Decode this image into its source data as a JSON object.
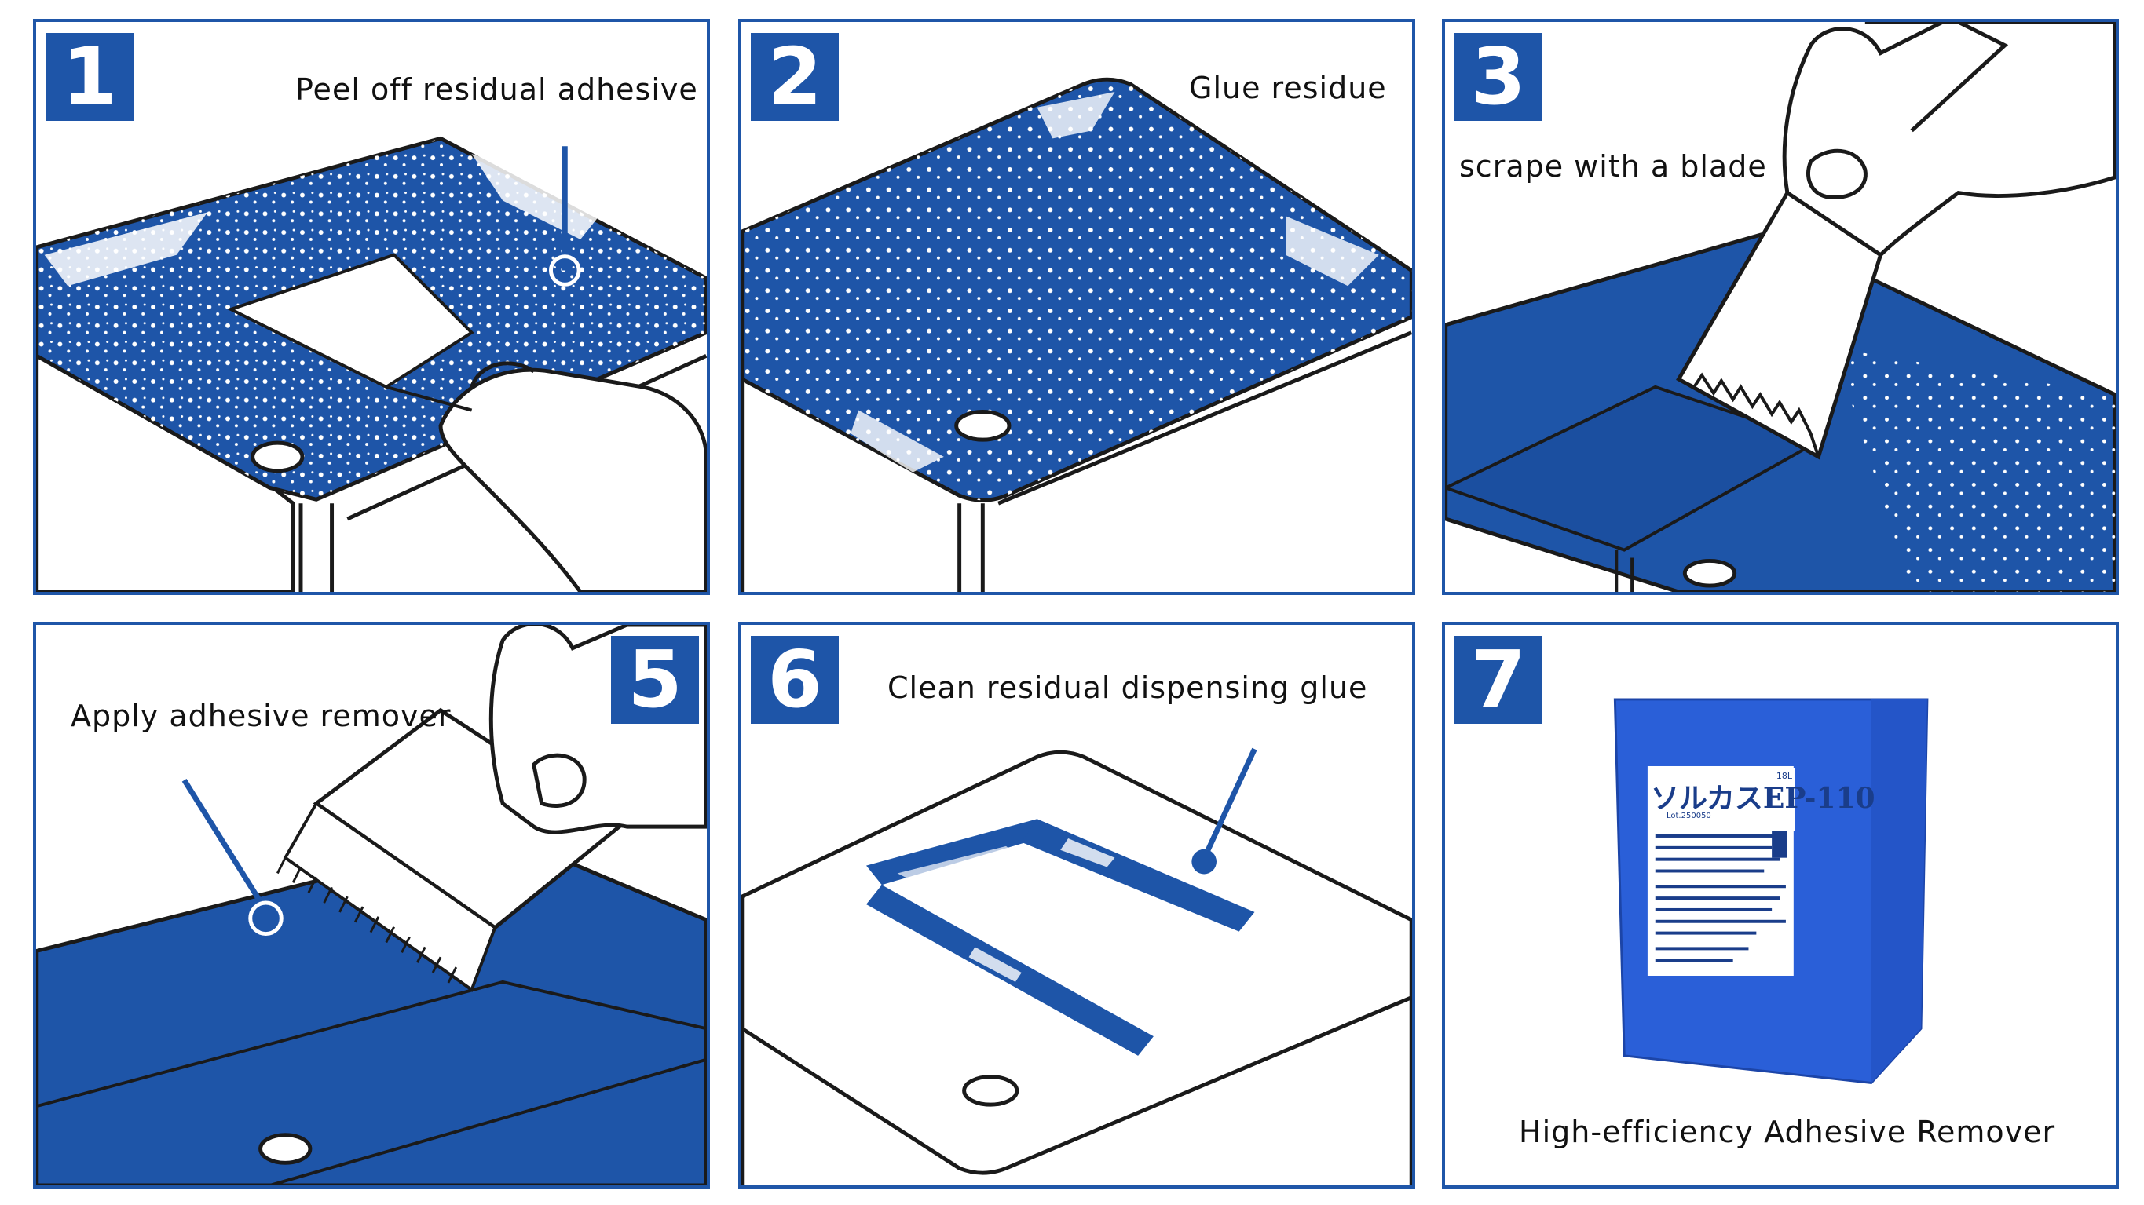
{
  "colors": {
    "brand_blue": "#1e55a8",
    "can_blue": "#2a5fd8",
    "frame": "#1f56a8"
  },
  "panels": [
    {
      "number": "1",
      "caption": "Peel off residual adhesive",
      "art": "peel-hand-icon"
    },
    {
      "number": "2",
      "caption": "Glue residue",
      "art": "glue-surface-icon"
    },
    {
      "number": "3",
      "caption": "scrape with a blade",
      "art": "blade-hand-icon"
    },
    {
      "number": "5",
      "caption": "Apply adhesive remover",
      "art": "brush-hand-icon"
    },
    {
      "number": "6",
      "caption": "Clean residual dispensing glue",
      "art": "clean-surface-icon"
    },
    {
      "number": "7",
      "caption": "High-efficiency Adhesive Remover",
      "art": "remover-can-icon"
    }
  ],
  "product_label": {
    "name": "ソルカスEP-110",
    "volume": "18L",
    "lot": "Lot.250050"
  }
}
